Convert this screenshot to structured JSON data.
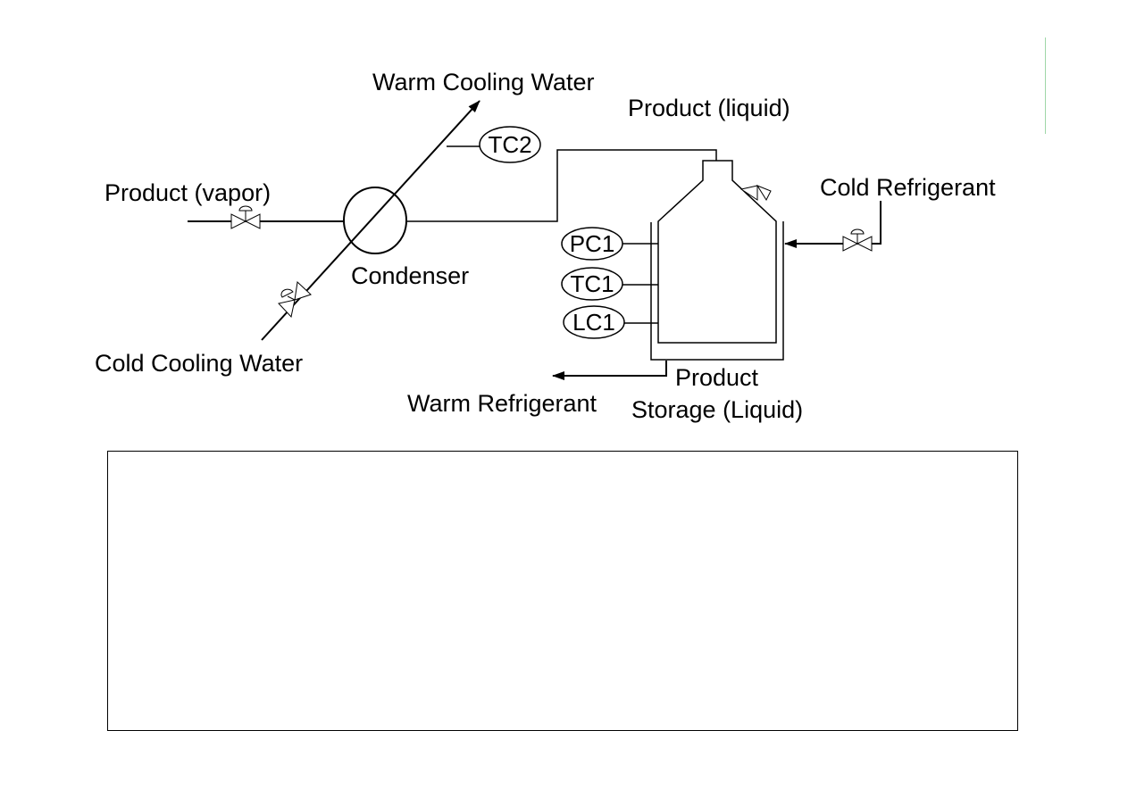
{
  "labels": {
    "warm_cooling_water": "Warm Cooling Water",
    "product_liquid": "Product (liquid)",
    "product_vapor": "Product (vapor)",
    "cold_refrigerant": "Cold Refrigerant",
    "condenser": "Condenser",
    "cold_cooling_water": "Cold Cooling Water",
    "warm_refrigerant": "Warm Refrigerant",
    "product_storage_line1": "Product",
    "product_storage_line2": "Storage (Liquid)"
  },
  "instruments": {
    "tc2": "TC2",
    "pc1": "PC1",
    "tc1": "TC1",
    "lc1": "LC1"
  }
}
